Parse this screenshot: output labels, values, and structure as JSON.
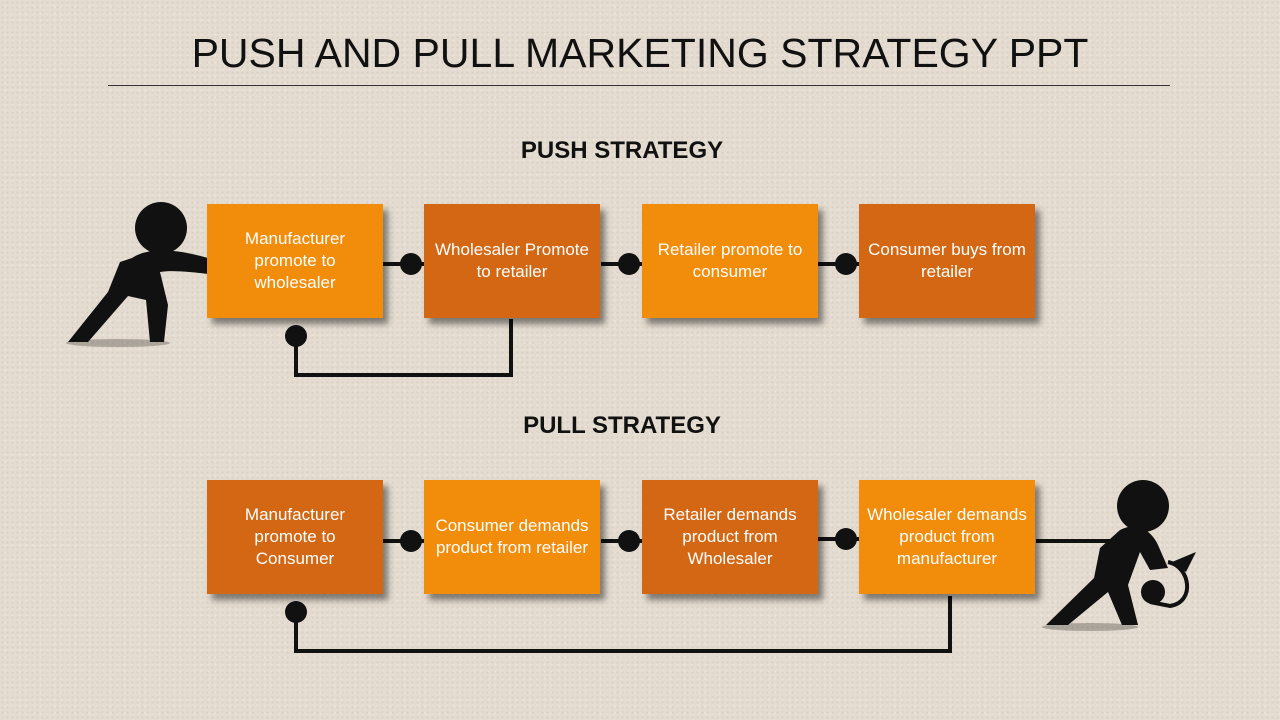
{
  "title": "PUSH AND PULL MARKETING STRATEGY PPT",
  "colors": {
    "light_orange": "#f28c0b",
    "dark_orange": "#d46714",
    "connector": "#111111"
  },
  "icons": {
    "push_figure": "person-pushing-icon",
    "pull_figure": "person-pulling-icon"
  },
  "push": {
    "heading": "PUSH STRATEGY",
    "steps": [
      "Manufacturer promote to wholesaler",
      "Wholesaler Promote to retailer",
      "Retailer promote to consumer",
      "Consumer buys from retailer"
    ]
  },
  "pull": {
    "heading": "PULL STRATEGY",
    "steps": [
      "Manufacturer promote to Consumer",
      "Consumer demands product from retailer",
      "Retailer demands product from Wholesaler",
      "Wholesaler demands product from manufacturer"
    ]
  }
}
